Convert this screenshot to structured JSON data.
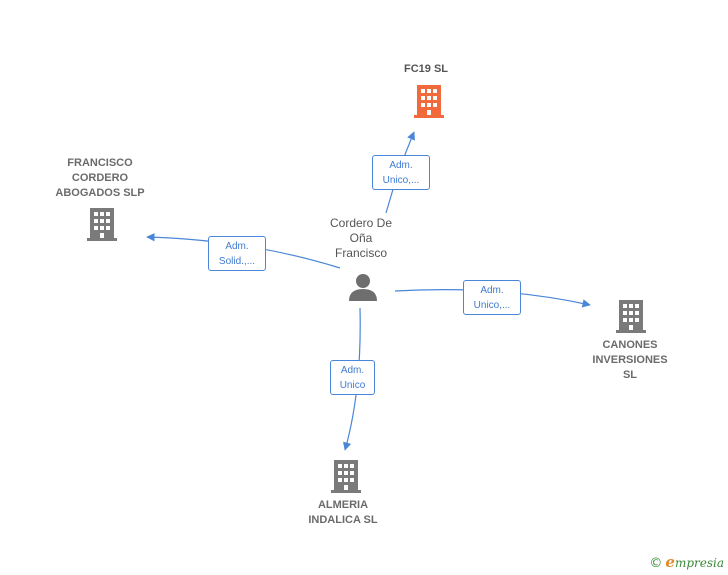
{
  "nodes": {
    "fc19": {
      "label": "FC19  SL",
      "color": "#f26a3c"
    },
    "francisco": {
      "label": "FRANCISCO\nCORDERO\nABOGADOS  SLP",
      "color": "#7a7a7a"
    },
    "canones": {
      "label": "CANONES\nINVERSIONES\nSL",
      "color": "#7a7a7a"
    },
    "almeria": {
      "label": "ALMERIA\nINDALICA  SL",
      "color": "#7a7a7a"
    },
    "person": {
      "label": "Cordero De\nOña\nFrancisco",
      "color": "#7a7a7a"
    }
  },
  "edges": {
    "to_fc19": "Adm.\nUnico,...",
    "to_francisco": "Adm.\nSolid.,...",
    "to_canones": "Adm.\nUnico,...",
    "to_almeria": "Adm.\nUnico"
  },
  "colors": {
    "edge": "#4a86d8"
  },
  "brand": {
    "copyright": "©",
    "e": "e",
    "rest": "mpresia"
  }
}
